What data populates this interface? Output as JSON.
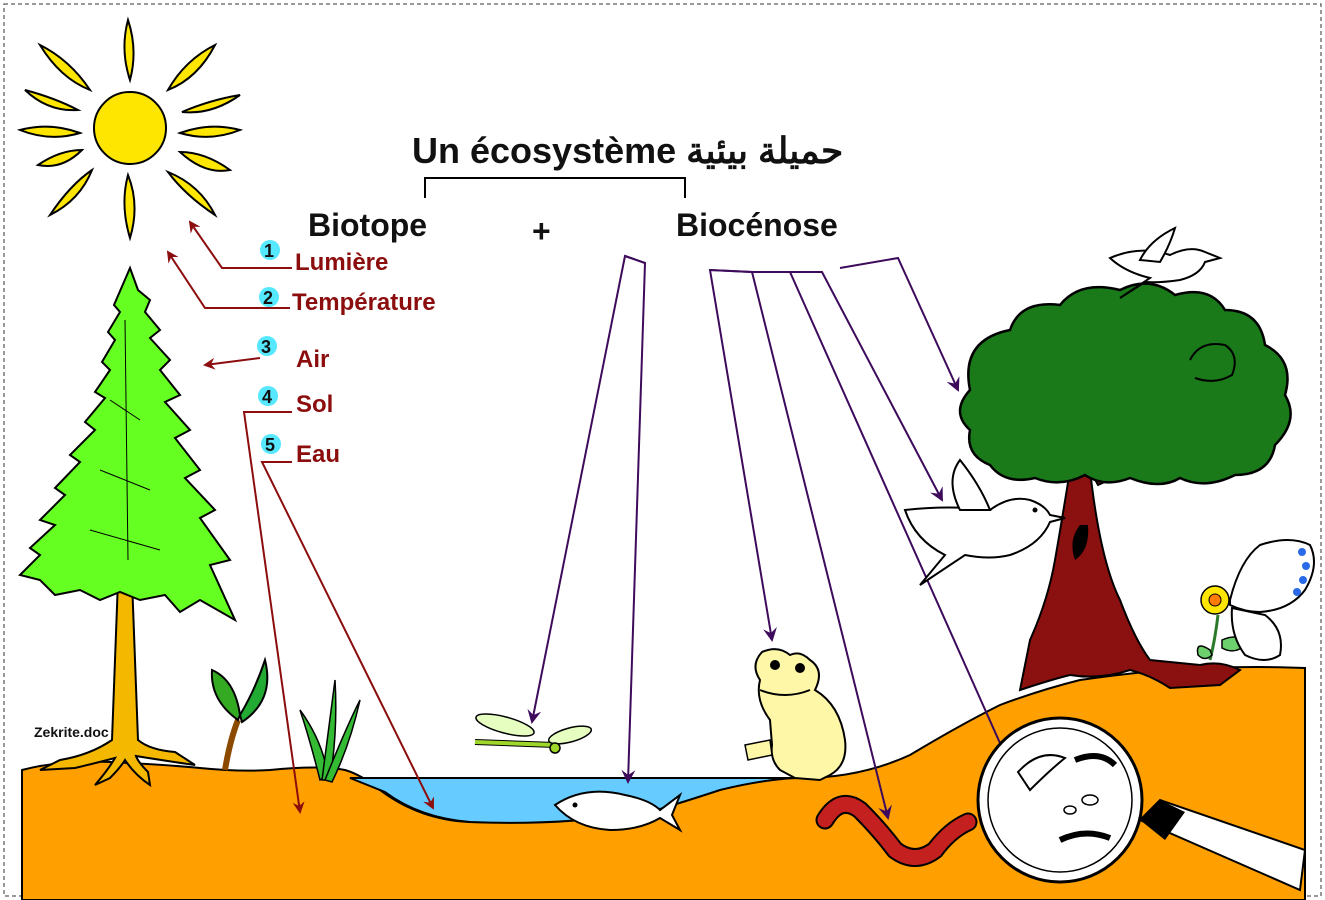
{
  "title": "Un écosystème حميلة بيئية",
  "biotope_label": "Biotope",
  "plus_sign": "+",
  "biocenose_label": "Biocénose",
  "credit": "Zekrite.doc",
  "factors": [
    {
      "number": "1",
      "label": "Lumière"
    },
    {
      "number": "2",
      "label": "Température"
    },
    {
      "number": "3",
      "label": "Air"
    },
    {
      "number": "4",
      "label": "Sol"
    },
    {
      "number": "5",
      "label": "Eau"
    }
  ],
  "colors": {
    "sun": "#ffe600",
    "ground": "#ff9f00",
    "water": "#66ccff",
    "pine": "#66ff22",
    "trunk_pine": "#f5b800",
    "oak_leaves": "#1a7a1a",
    "oak_trunk": "#8b1010",
    "factor_text": "#8b0d0d",
    "factor_arrow": "#8b0d0d",
    "biocenose_arrow": "#3d0a5c",
    "number_badge": "#55e8ff"
  }
}
